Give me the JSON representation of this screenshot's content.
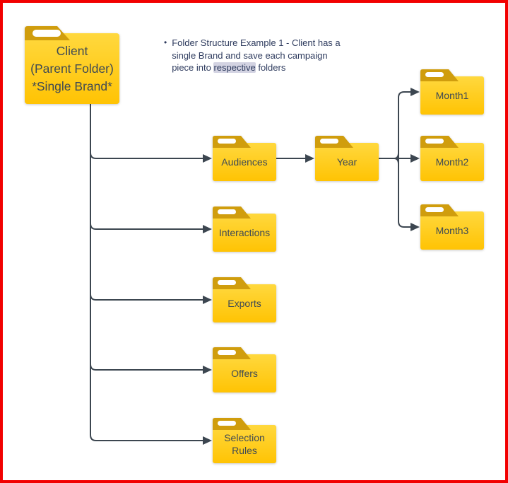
{
  "note": {
    "bullet": "•",
    "line1": "Folder Structure Example 1 - Client has a",
    "line2": "single Brand and save each campaign",
    "line3_before": "piece into ",
    "highlight_word": "respective",
    "line3_after": " folders"
  },
  "nodes": {
    "client": {
      "label": "Client\n(Parent Folder)\n*Single Brand*"
    },
    "audiences": {
      "label": "Audiences"
    },
    "interactions": {
      "label": "Interactions"
    },
    "exports": {
      "label": "Exports"
    },
    "offers": {
      "label": "Offers"
    },
    "selection_rules": {
      "label": "Selection\nRules"
    },
    "year": {
      "label": "Year"
    },
    "month1": {
      "label": "Month1"
    },
    "month2": {
      "label": "Month2"
    },
    "month3": {
      "label": "Month3"
    }
  },
  "edges": [
    {
      "from": "client",
      "to": "audiences"
    },
    {
      "from": "client",
      "to": "interactions"
    },
    {
      "from": "client",
      "to": "exports"
    },
    {
      "from": "client",
      "to": "offers"
    },
    {
      "from": "client",
      "to": "selection_rules"
    },
    {
      "from": "audiences",
      "to": "year"
    },
    {
      "from": "year",
      "to": "month1"
    },
    {
      "from": "year",
      "to": "month2"
    },
    {
      "from": "year",
      "to": "month3"
    }
  ],
  "colors": {
    "border": "#f20000",
    "folder_body_top": "#ffd83e",
    "folder_body_bottom": "#ffc303",
    "folder_tab": "#d09d0d",
    "folder_slot": "#ffffff",
    "connector": "#3c4650",
    "note_text": "#2e3b5e",
    "highlight_bg": "#d3d3e2",
    "label_text": "#3f4a54"
  }
}
